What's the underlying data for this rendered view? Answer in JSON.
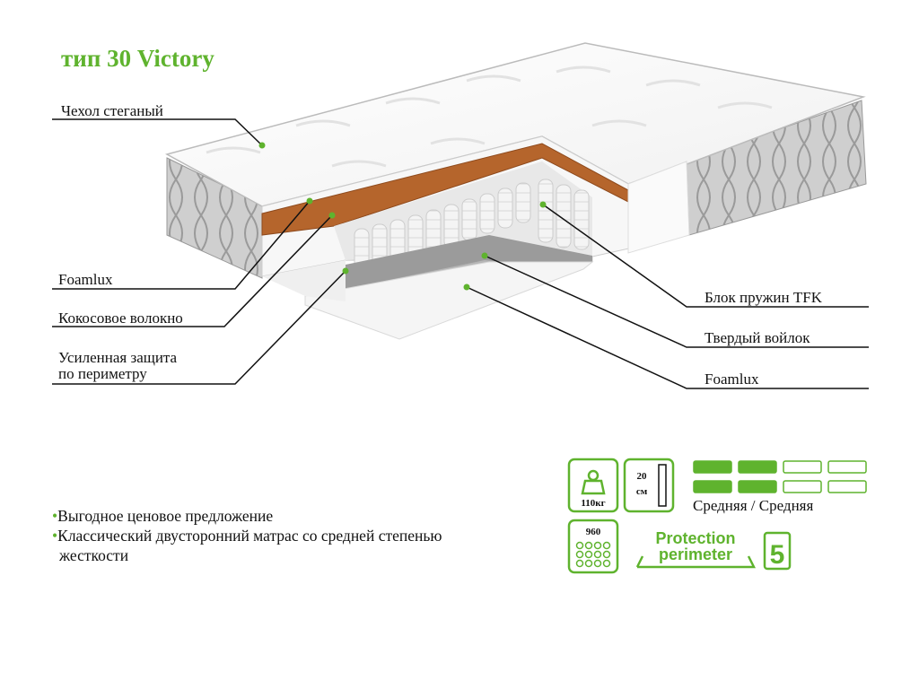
{
  "title": "тип 30 Victory",
  "labels": {
    "cover": "Чехол стеганый",
    "foamlux_left": "Foamlux",
    "coconut": "Кокосовое волокно",
    "perimeter_line1": "Усиленная защита",
    "perimeter_line2": "по периметру",
    "springs": "Блок пружин TFK",
    "felt": "Твердый войлок",
    "foamlux_right": "Foamlux"
  },
  "bullets": [
    "Выгодное ценовое предложение",
    "Классический двусторонний матрас со средней степенью",
    "жесткости"
  ],
  "icons": {
    "load": "110кг",
    "height_value": "20",
    "height_unit": "см",
    "spring_count": "960",
    "protection_line1": "Protection",
    "protection_line2": "perimeter",
    "warranty": "5",
    "firmness_caption": "Средняя / Средняя"
  },
  "firmness": {
    "side_a_filled": 2,
    "side_b_filled": 2,
    "total": 4
  },
  "colors": {
    "accent": "#5fb32e",
    "coconut": "#b5652c",
    "cover": "#c9c9c9",
    "text": "#111111"
  }
}
